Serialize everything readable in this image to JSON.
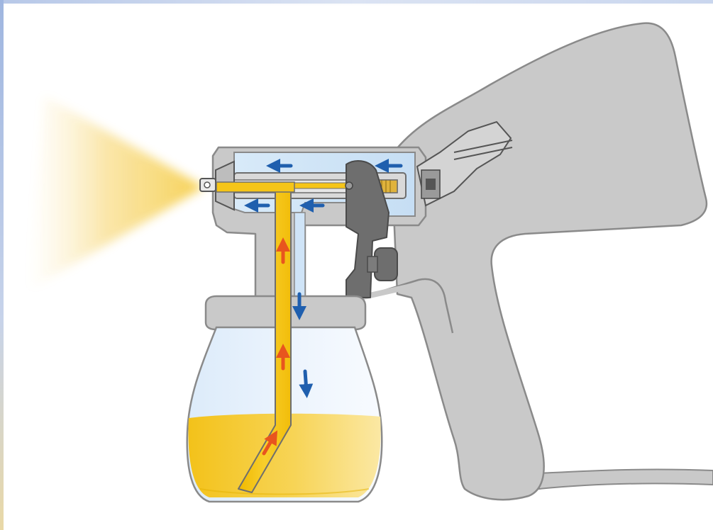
{
  "diagram": {
    "colors": {
      "background": "#ffffff",
      "body_gray": "#c9c9c9",
      "body_outline": "#8a8a8a",
      "dark_part": "#6e6e6e",
      "air_chamber": "#cfe4f7",
      "paint": "#f5c518",
      "paint_light": "#fbe79a",
      "air_arrow": "#1f5fae",
      "paint_arrow": "#e8551e",
      "spray": "#f7d46a"
    },
    "parts": [
      "spray-cone",
      "nozzle",
      "air-chamber",
      "trigger",
      "adjustment-knob",
      "paint-container",
      "suction-tube",
      "motor-handle-body",
      "power-cord"
    ],
    "flows": {
      "air": "air-flow-arrow",
      "paint": "paint-flow-arrow"
    }
  }
}
